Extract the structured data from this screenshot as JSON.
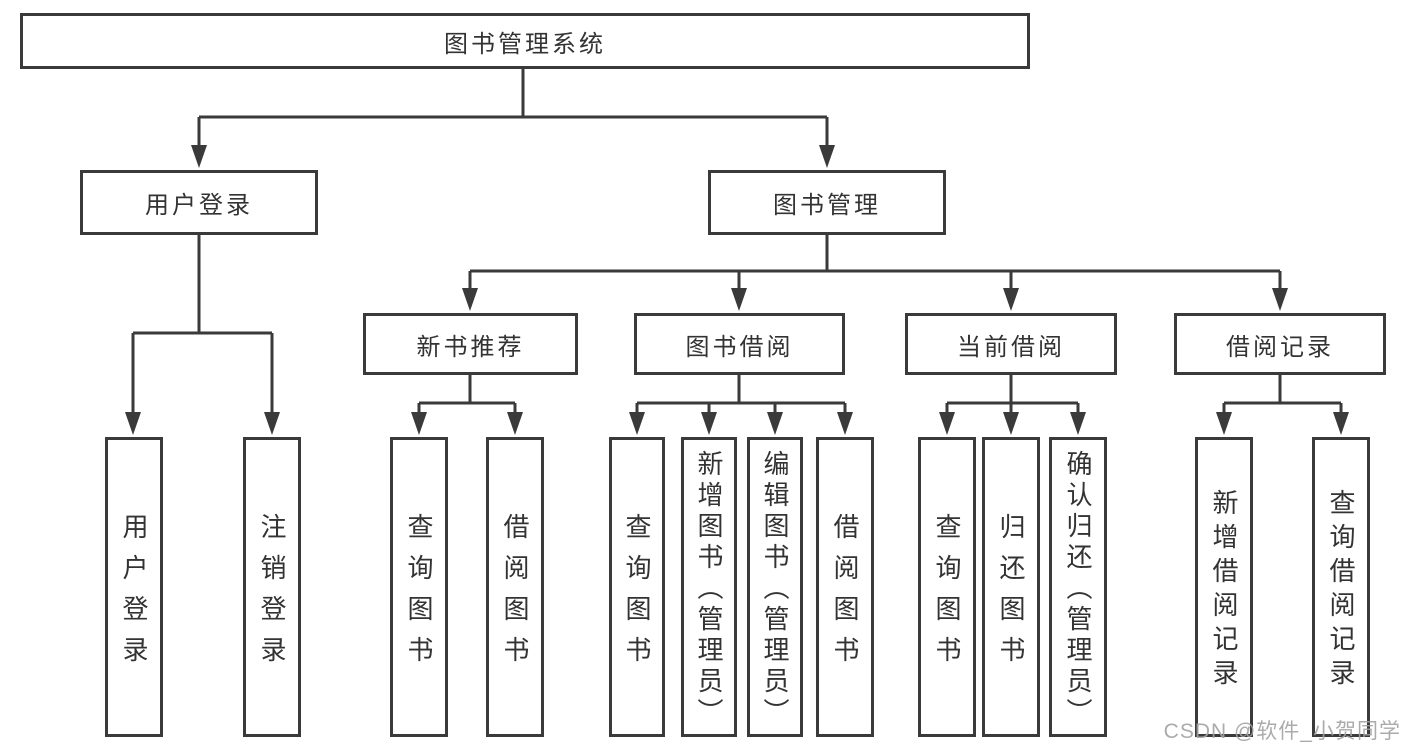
{
  "nodes": {
    "root": "图书管理系统",
    "level1": [
      "用户登录",
      "图书管理"
    ],
    "level2": [
      "新书推荐",
      "图书借阅",
      "当前借阅",
      "借阅记录"
    ],
    "leaves_user_login": [
      "用户登录",
      "注销登录"
    ],
    "leaves_new_book": [
      "查询图书",
      "借阅图书"
    ],
    "leaves_book_borrow": [
      "查询图书",
      "新增图书（管理员）",
      "编辑图书（管理员）",
      "借阅图书"
    ],
    "leaves_current_borrow": [
      "查询图书",
      "归还图书",
      "确认归还（管理员）"
    ],
    "leaves_borrow_records": [
      "新增借阅记录",
      "查询借阅记录"
    ]
  },
  "watermark": "CSDN @软件_小贺同学",
  "colors": {
    "line": "#3a3a3a",
    "box_border": "#3a3a3a",
    "box_fill": "#ffffff",
    "text": "#333333",
    "watermark": "#a3a3a3",
    "background": "#ffffff"
  }
}
